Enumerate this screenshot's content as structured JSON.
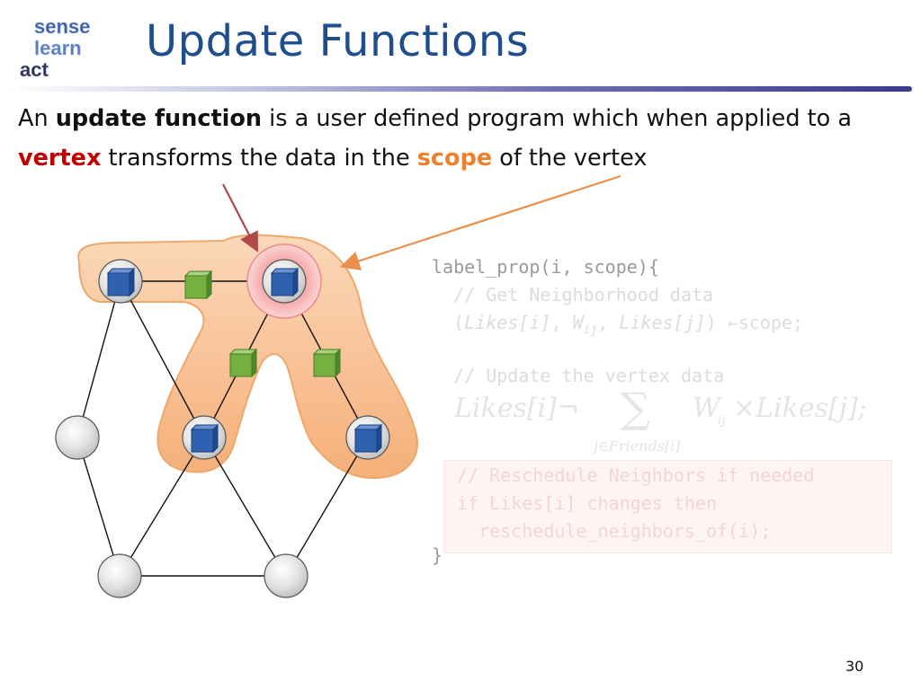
{
  "logo": {
    "line1": "sense",
    "line2": "learn",
    "line3": "act"
  },
  "title": "Update Functions",
  "intro": {
    "part1": "An ",
    "update_function": "update function",
    "part2": " is a user defined program which when applied to a ",
    "vertex": "vertex",
    "part3": " transforms the data in the ",
    "scope": "scope",
    "part4": " of the vertex"
  },
  "code": {
    "line1": "label_prop(i, scope){",
    "comment1": "  // Get Neighborhood data",
    "line3_open": "  (",
    "likes_i": "Likes[i]",
    "comma1": ", ",
    "w": "W",
    "w_sub": "ij",
    "comma2": ", ",
    "likes_j": "Likes[j]",
    "line3_close": ") ←scope;",
    "comment2": "  // Update the vertex data",
    "reschedule": "// Reschedule Neighbors if needed\nif Likes[i] changes then\n  reschedule_neighbors_of(i);",
    "closing": "}"
  },
  "formula": {
    "lhs": "Likes[i]¬",
    "sigma": "∑",
    "term": "W",
    "term_sub": "ij",
    "rhs": "×Likes[j];",
    "under": "j∈Friends[i]"
  },
  "slide_number": "30",
  "colors": {
    "title": "#1f4e8c",
    "vertex_highlight": "#c00000",
    "scope_highlight": "#ee7f2d",
    "scope_fill": "#f9bd8c",
    "cube_blue": "#2e62b0",
    "cube_green": "#76b041"
  }
}
